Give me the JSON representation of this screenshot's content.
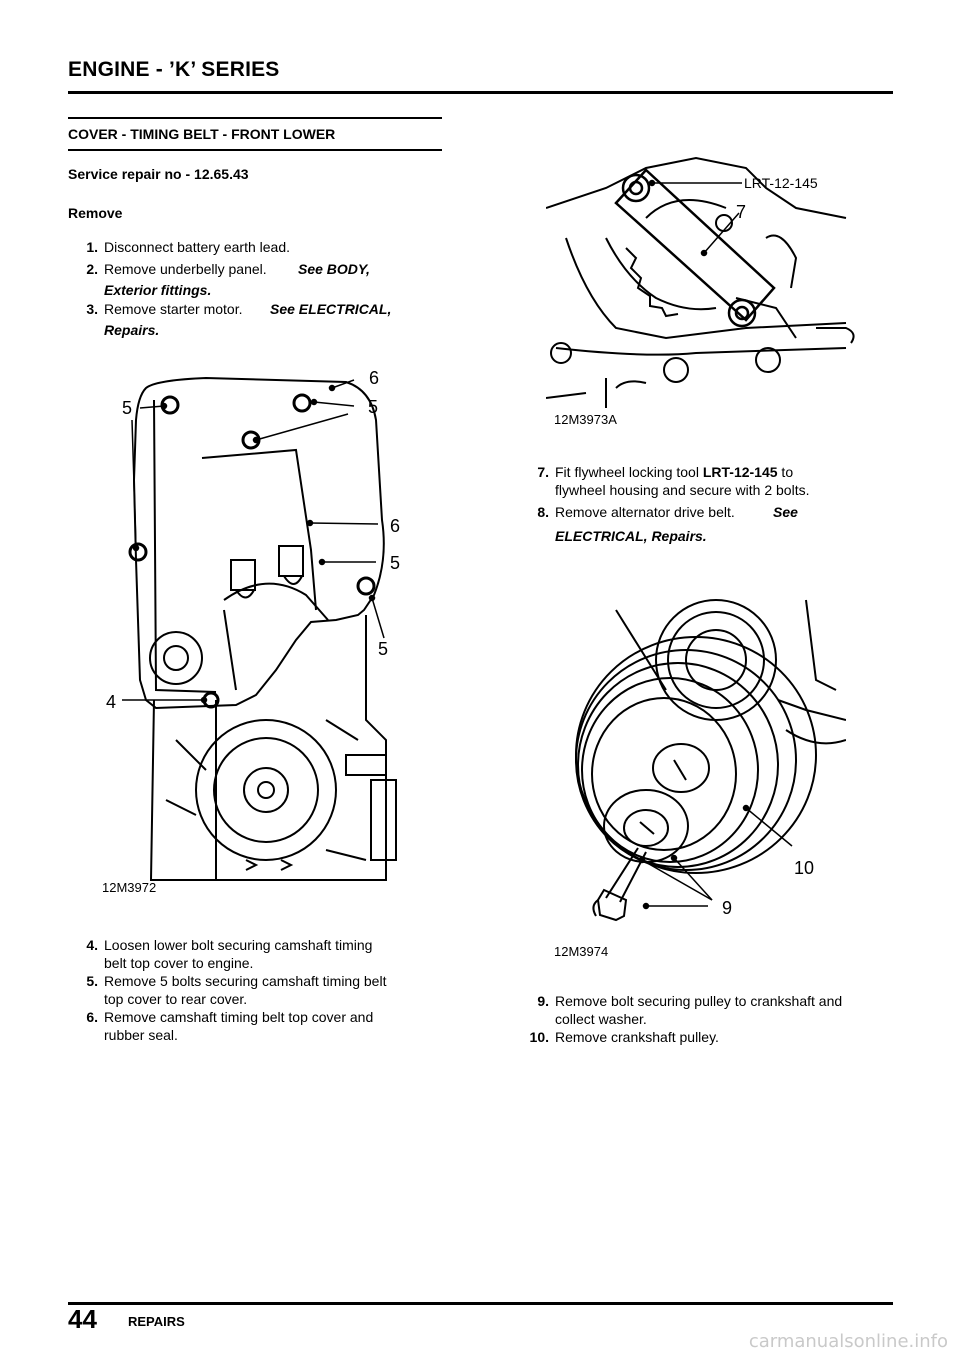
{
  "header": {
    "title": "ENGINE - ’K’ SERIES"
  },
  "section": {
    "title": "COVER - TIMING BELT - FRONT LOWER"
  },
  "service": {
    "label": "Service repair no - 12.65.43"
  },
  "remove_heading": "Remove",
  "steps_left_top": [
    {
      "num": "1.",
      "text": "Disconnect battery earth lead."
    },
    {
      "num": "2.",
      "text": "Remove underbelly panel.",
      "ref1": "See  BODY,",
      "ref2": "Exterior fittings."
    },
    {
      "num": "3.",
      "text": "Remove starter motor.",
      "ref1": "See  ELECTRICAL,",
      "ref2": "Repairs."
    }
  ],
  "fig1": {
    "label": "12M3972",
    "callouts": [
      "5",
      "6",
      "5",
      "6",
      "5",
      "5",
      "4"
    ]
  },
  "steps_left_bottom": [
    {
      "num": "4.",
      "line1": "Loosen lower bolt securing camshaft timing",
      "line2": "belt top cover to engine."
    },
    {
      "num": "5.",
      "line1": "Remove 5 bolts securing camshaft timing belt",
      "line2": "top cover to rear cover."
    },
    {
      "num": "6.",
      "line1": "Remove camshaft timing belt top cover and",
      "line2": "rubber seal."
    }
  ],
  "fig2": {
    "label": "12M3973A",
    "tool": "LRT-12-145",
    "callout": "7"
  },
  "steps_right_mid": [
    {
      "num": "7.",
      "line1_pre": "Fit flywheel locking tool ",
      "line1_bold": "LRT-12-145",
      "line1_post": "  to",
      "line2": "flywheel housing and secure with 2 bolts."
    },
    {
      "num": "8.",
      "text": "Remove alternator drive belt.",
      "ref1": "See",
      "ref2": "ELECTRICAL, Repairs."
    }
  ],
  "fig3": {
    "label": "12M3974",
    "callouts": [
      "10",
      "9"
    ]
  },
  "steps_right_bottom": [
    {
      "num": "9.",
      "line1": "Remove bolt securing pulley to crankshaft and",
      "line2": "collect washer."
    },
    {
      "num": "10.",
      "line1": "Remove crankshaft pulley."
    }
  ],
  "footer": {
    "page": "44",
    "label": "REPAIRS"
  },
  "watermark": "carmanualsonline.info"
}
